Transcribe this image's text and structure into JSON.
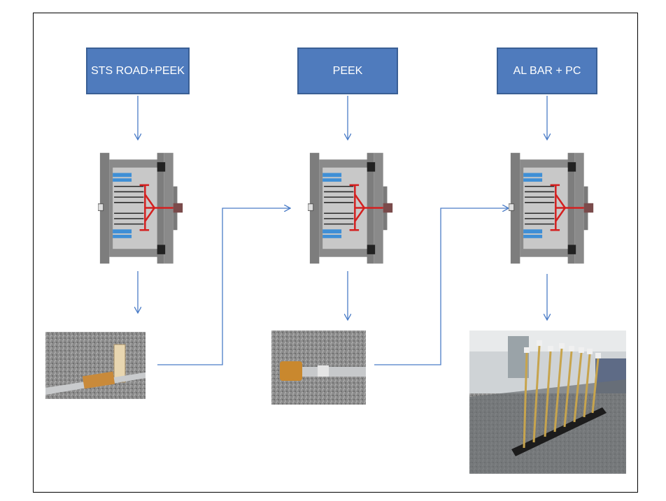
{
  "steps": [
    {
      "label": "STS ROAD+PEEK",
      "image": "rod-with-peek-sleeve-photo"
    },
    {
      "label": "PEEK",
      "image": "rod-with-peek-end-photo"
    },
    {
      "label": "AL BAR + PC",
      "image": "finished-rods-on-stand-photo"
    }
  ],
  "colors": {
    "box_fill": "#4f7bbd",
    "box_border": "#3a5f95",
    "arrow": "#4a7cc7",
    "mold_gray": "#7d7d7d",
    "runner_red": "#d42020",
    "spring_blue": "#3f8fd6"
  }
}
